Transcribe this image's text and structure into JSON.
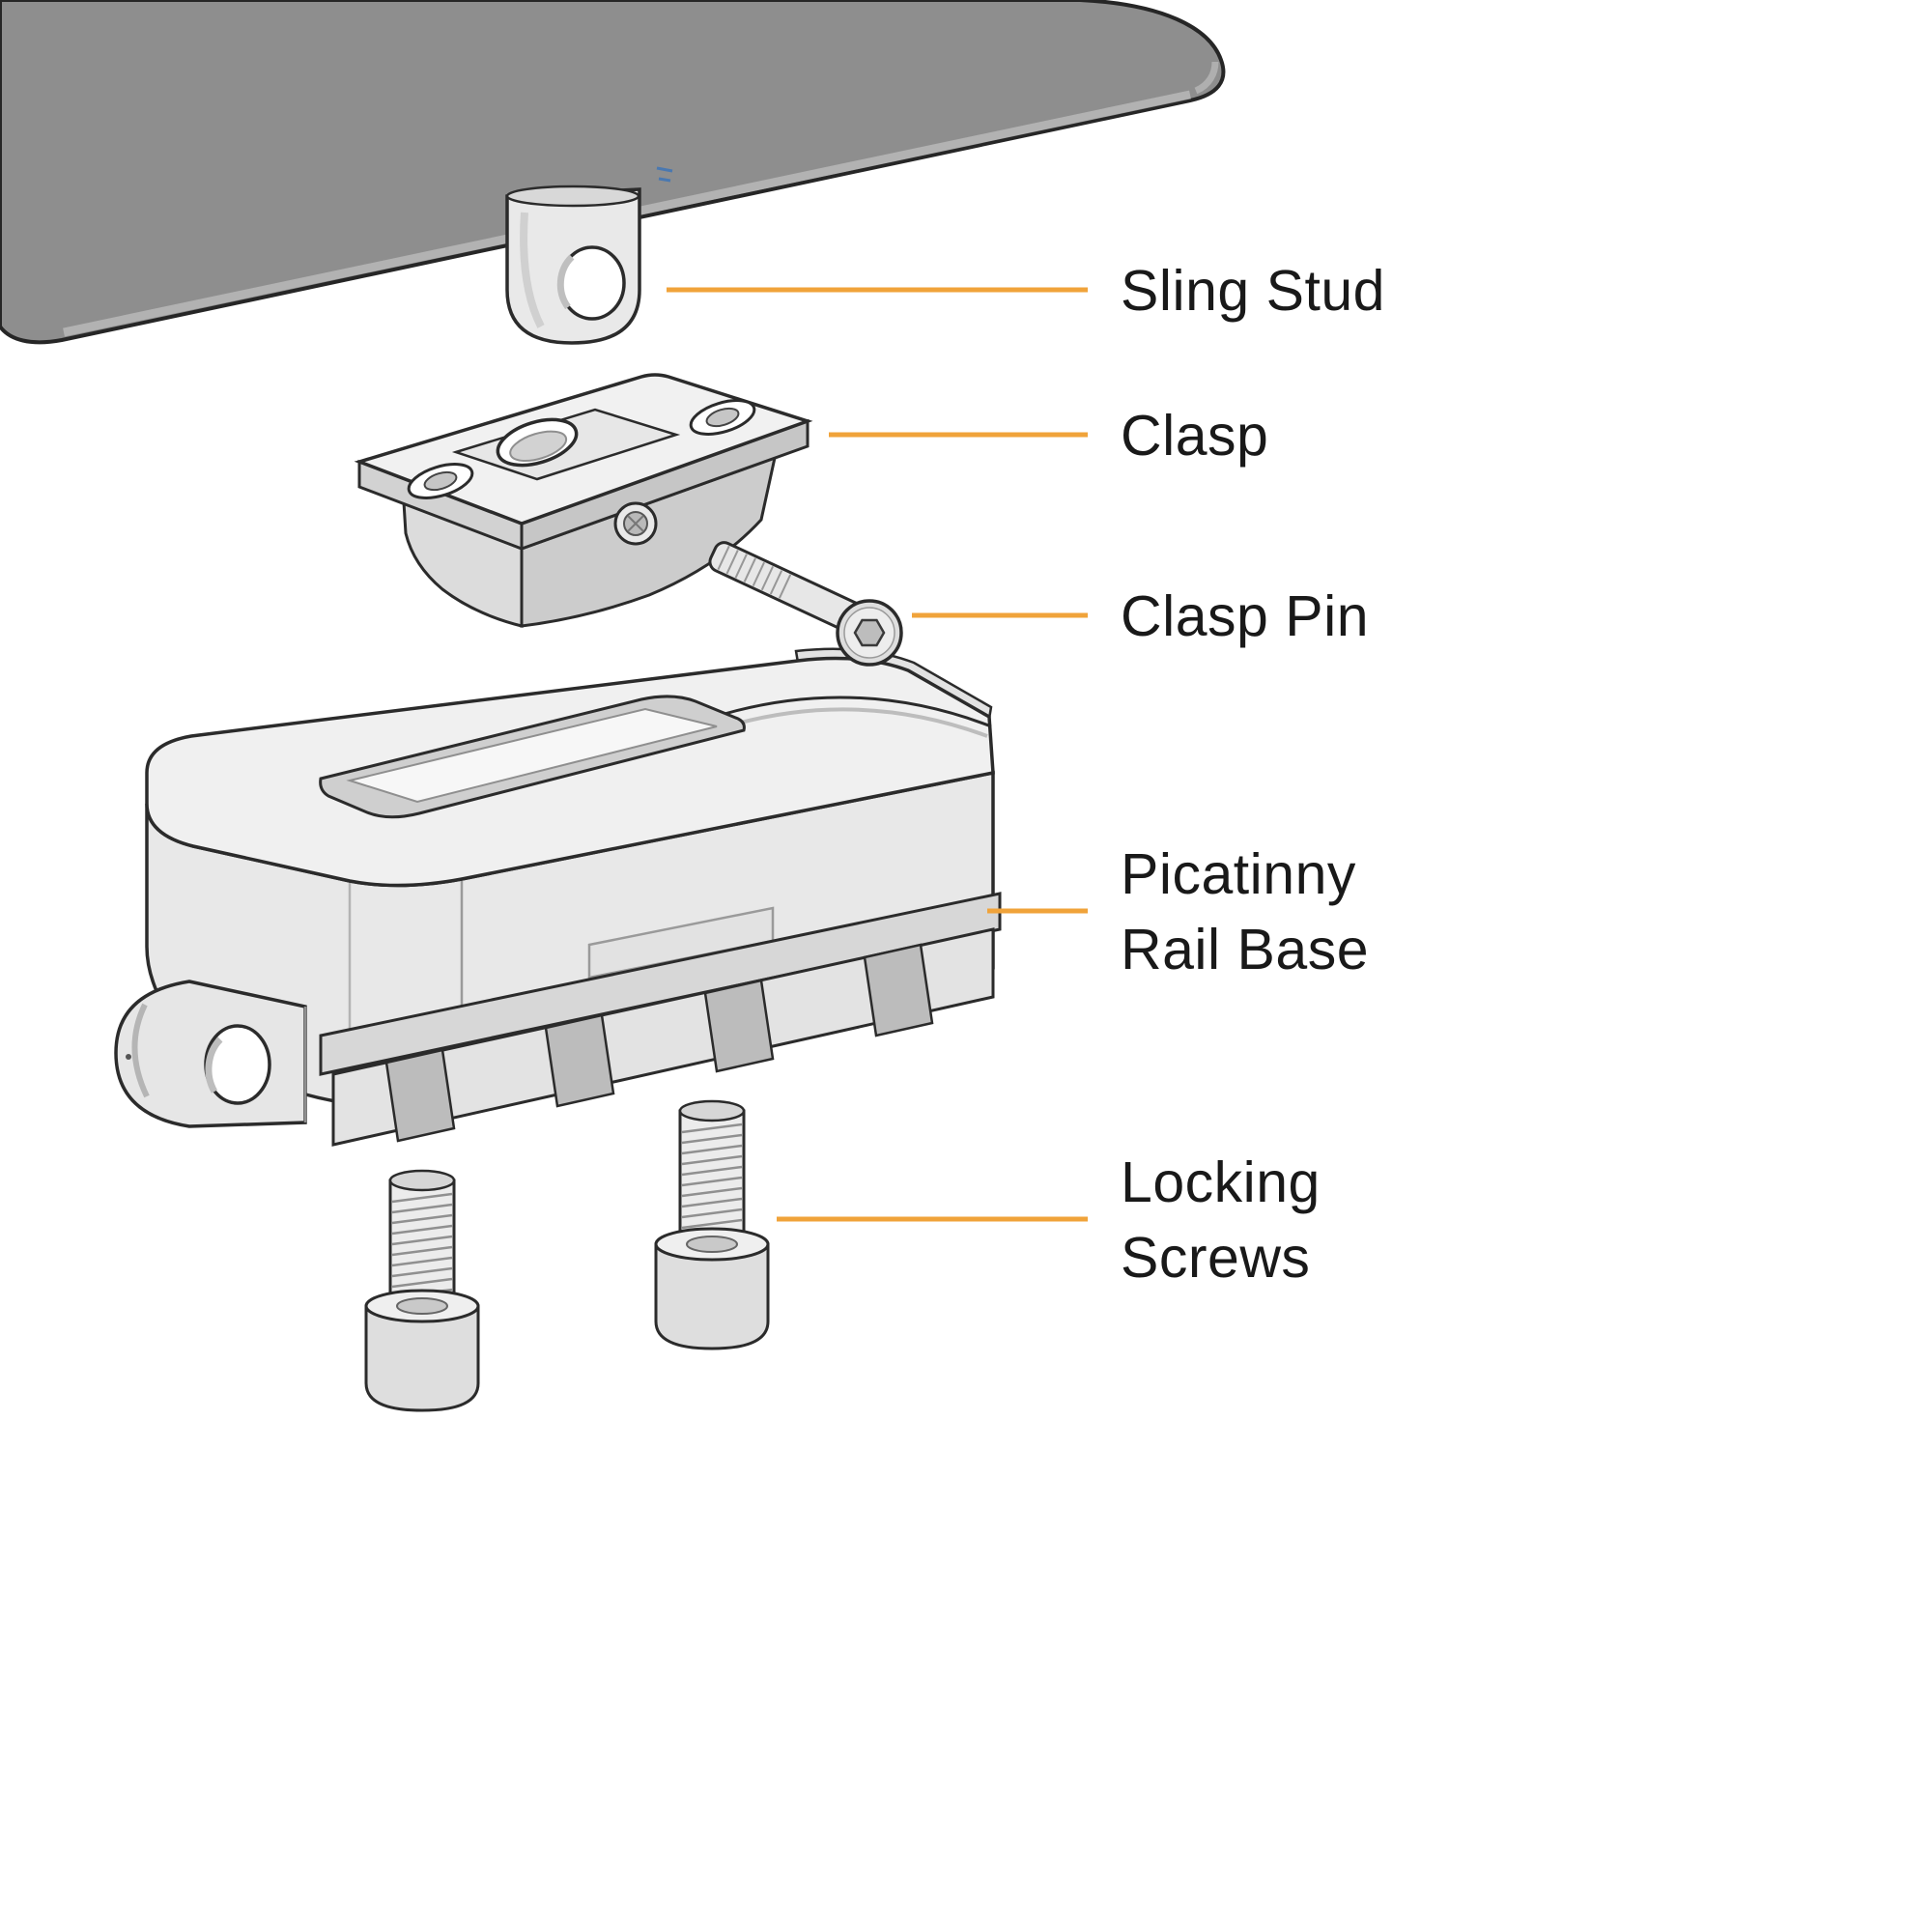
{
  "colors": {
    "leader": "#F0A33A",
    "ink": "#2B2B2B"
  },
  "labels": {
    "sling_stud": "Sling Stud",
    "clasp": "Clasp",
    "clasp_pin": "Clasp Pin",
    "rail_base_line1": "Picatinny",
    "rail_base_line2": "Rail Base",
    "locking_line1": "Locking",
    "locking_line2": "Screws"
  }
}
